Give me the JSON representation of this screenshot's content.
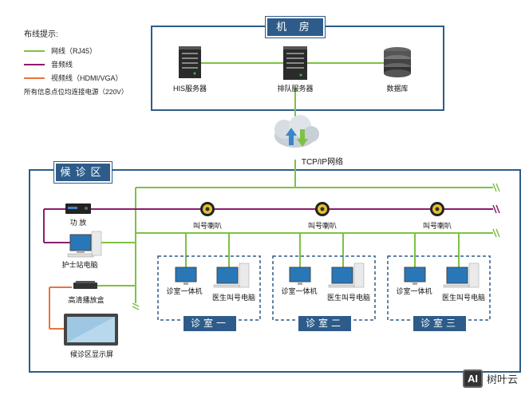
{
  "legend": {
    "title": "布线提示:",
    "items": [
      {
        "label": "网线（RJ45）",
        "color": "#7dc242"
      },
      {
        "label": "音频线",
        "color": "#8b1d6b"
      },
      {
        "label": "视频线（HDMI/VGA）",
        "color": "#e8743b"
      }
    ],
    "note": "所有信息点位均连接电源（220V）"
  },
  "server_room": {
    "title": "机  房",
    "devices": [
      {
        "label": "HIS服务器",
        "icon": "server-icon"
      },
      {
        "label": "排队服务器",
        "icon": "server-icon"
      },
      {
        "label": "数据库",
        "icon": "database-icon"
      }
    ]
  },
  "network": {
    "label": "TCP/IP网络",
    "icon": "cloud-icon"
  },
  "waiting_area": {
    "title": "候诊区",
    "left_devices": [
      {
        "label": "功  放",
        "icon": "amplifier-icon"
      },
      {
        "label": "护士站电脑",
        "icon": "desktop-computer-icon"
      },
      {
        "label": "高清播放盒",
        "icon": "media-player-icon"
      },
      {
        "label": "候诊区显示屏",
        "icon": "display-screen-icon"
      }
    ],
    "speakers": [
      {
        "label": "叫号喇叭"
      },
      {
        "label": "叫号喇叭"
      },
      {
        "label": "叫号喇叭"
      }
    ],
    "rooms": [
      {
        "title": "诊室一",
        "terminal": "诊室一体机",
        "doctor_pc": "医生叫号电脑"
      },
      {
        "title": "诊室二",
        "terminal": "诊室一体机",
        "doctor_pc": "医生叫号电脑"
      },
      {
        "title": "诊室三",
        "terminal": "诊室一体机",
        "doctor_pc": "医生叫号电脑"
      }
    ]
  },
  "watermark": {
    "logo": "AI",
    "text": "树叶云"
  },
  "colors": {
    "frame": "#2e5c8a",
    "network": "#7dc242",
    "audio": "#8b1d6b",
    "video": "#e8743b"
  }
}
